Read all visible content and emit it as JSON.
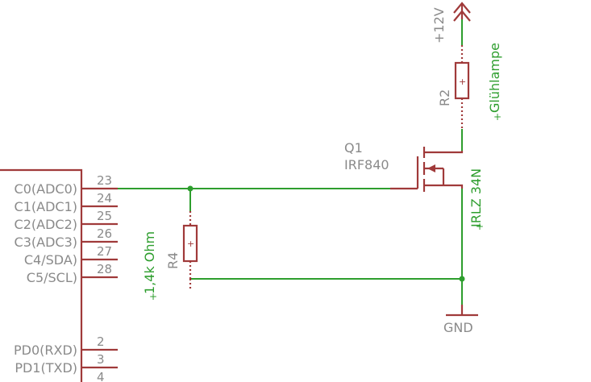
{
  "supply": {
    "label": "+12V"
  },
  "ground": {
    "label": "GND"
  },
  "r2": {
    "name": "R2",
    "value": "Glühlampe"
  },
  "q1": {
    "name": "Q1",
    "type": "IRF840",
    "value": "IRLZ 34N"
  },
  "r4": {
    "name": "R4",
    "value": "1,4k Ohm"
  },
  "ic": {
    "pins": [
      {
        "label": "C0(ADC0)",
        "num": "23"
      },
      {
        "label": "C1(ADC1)",
        "num": "24"
      },
      {
        "label": "C2(ADC2)",
        "num": "25"
      },
      {
        "label": "C3(ADC3)",
        "num": "26"
      },
      {
        "label": "C4/SDA)",
        "num": "27"
      },
      {
        "label": "C5/SCL)",
        "num": "28"
      },
      {
        "label": "PD0(RXD)",
        "num": "2"
      },
      {
        "label": "PD1(TXD)",
        "num": "3"
      },
      {
        "label": "",
        "num": "4"
      }
    ]
  },
  "colors": {
    "wire": "#2e9e2e",
    "part": "#a03a3a",
    "text": "#8a8a8a"
  }
}
